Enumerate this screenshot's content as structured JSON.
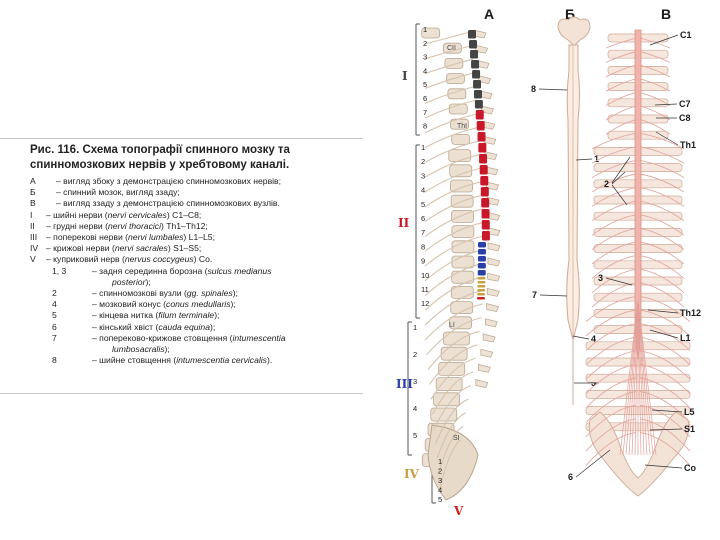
{
  "panel_labels": {
    "a": "А",
    "b": "Б",
    "c": "В"
  },
  "caption": {
    "title": "Рис. 116. Схема топографії спинного мозку та спинномозкових нервів у хребтовому каналі.",
    "views": [
      {
        "key": "А",
        "text": "– вигляд збоку з демонстрацією спинномозкових нервів;"
      },
      {
        "key": "Б",
        "text": "– спинний мозок, вигляд ззаду;"
      },
      {
        "key": "В",
        "text": "– вигляд ззаду з демонстрацією спинномозкових вузлів."
      }
    ],
    "groups": [
      {
        "key": "I",
        "pre": "– шийні нерви (",
        "latin": "nervi cervicales",
        "post": ") C1–C8;"
      },
      {
        "key": "II",
        "pre": "– грудні нерви (",
        "latin": "nervi thoracici",
        "post": ") Th1–Th12;"
      },
      {
        "key": "III",
        "pre": "– поперекові нерви (",
        "latin": "nervi lumbales",
        "post": ") L1–L5;"
      },
      {
        "key": "IV",
        "pre": "– крижові нерви (",
        "latin": "nervi sacrales",
        "post": ") S1–S5;"
      },
      {
        "key": "V",
        "pre": "– куприковий нерв (",
        "latin": "nervus coccygeus",
        "post": ") Co."
      }
    ],
    "items": [
      {
        "key": "1, 3",
        "pre": "– задня серединна борозна (",
        "latin": "sulcus medianus",
        "cont_latin": "posterior",
        "cont_post": ");"
      },
      {
        "key": "2",
        "pre": "– спинномозкові вузли (",
        "latin": "gg. spinales",
        "post": ");"
      },
      {
        "key": "4",
        "pre": "– мозковий конус (",
        "latin": "conus medullaris",
        "post": ");"
      },
      {
        "key": "5",
        "pre": "– кінцева нитка (",
        "latin": "filum terminale",
        "post": ");"
      },
      {
        "key": "6",
        "pre": "– кінський хвіст (",
        "latin": "cauda equina",
        "post": ");"
      },
      {
        "key": "7",
        "pre": "– попереково-крижове стовщення (",
        "latin": "intumescentia",
        "cont_latin": "lumbosacralis",
        "cont_post": ");"
      },
      {
        "key": "8",
        "pre": "– шийне стовщення (",
        "latin": "intumescentia cervicalis",
        "post": ")."
      }
    ]
  },
  "fig_a": {
    "region_labels": [
      "I",
      "II",
      "III",
      "IV",
      "V"
    ],
    "region_colors": [
      "#444444",
      "#c8182a",
      "#2a3fa8",
      "#c8a040",
      "#cc2020"
    ],
    "vertebra_labels": [
      "CII",
      "ThI",
      "LI",
      "SI"
    ],
    "cervical_nums": [
      "1",
      "2",
      "3",
      "4",
      "5",
      "6",
      "7",
      "8"
    ],
    "thoracic_nums": [
      "1",
      "2",
      "3",
      "4",
      "5",
      "6",
      "7",
      "8",
      "9",
      "10",
      "11",
      "12"
    ],
    "lumbar_nums": [
      "1",
      "2",
      "3",
      "4",
      "5"
    ],
    "sacral_nums": [
      "1",
      "2",
      "3",
      "4",
      "5"
    ]
  },
  "fig_b": {
    "labels": [
      "8",
      "1",
      "7",
      "4",
      "5"
    ]
  },
  "fig_c": {
    "labels": [
      "C1",
      "C7",
      "C8",
      "Th1",
      "2",
      "3",
      "Th12",
      "L1",
      "L5",
      "S1",
      "6",
      "Co"
    ]
  }
}
